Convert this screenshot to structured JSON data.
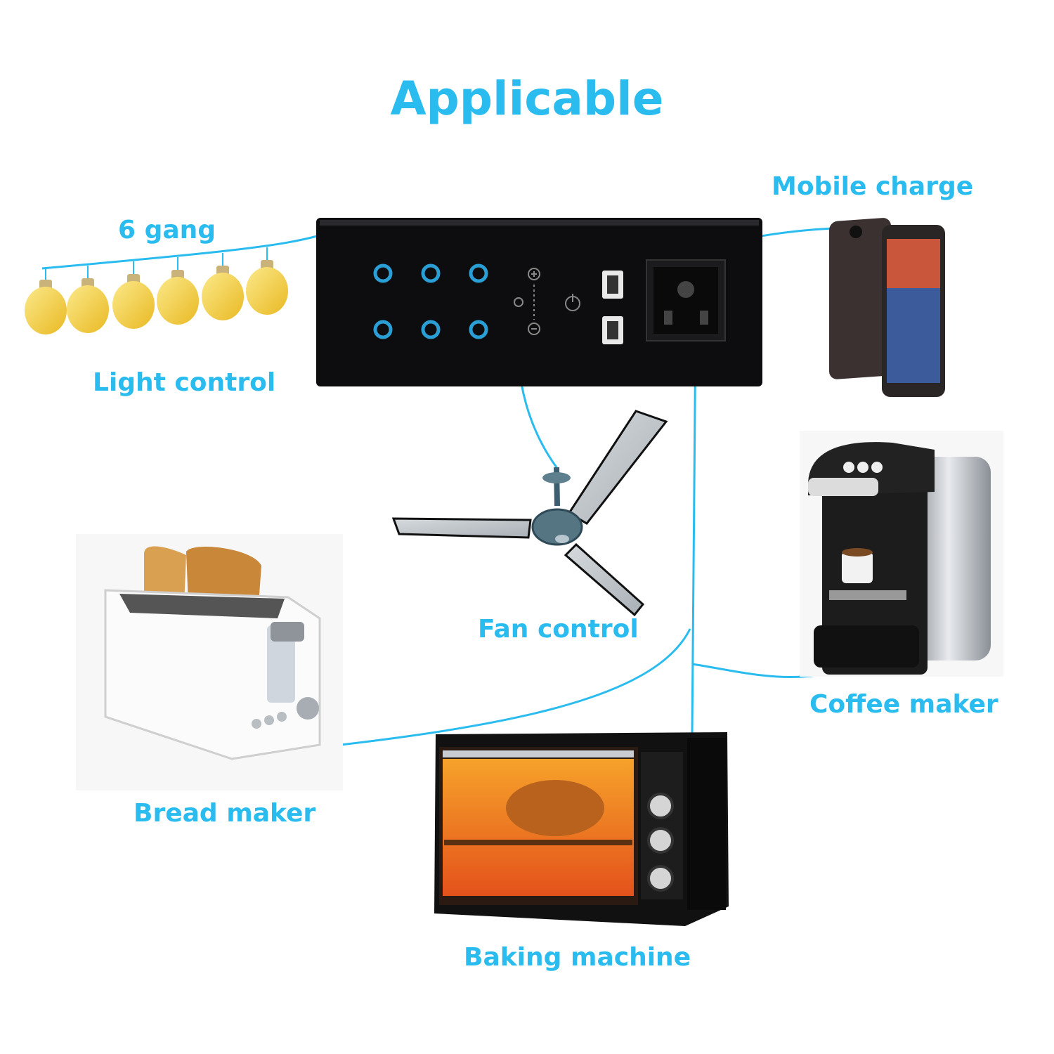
{
  "title": "Applicable",
  "labels": {
    "gang": "6 gang",
    "light_control": "Light control",
    "mobile_charge": "Mobile charge",
    "fan_control": "Fan control",
    "coffee_maker": "Coffee maker",
    "bread_maker": "Bread maker",
    "baking_machine": "Baking machine"
  },
  "colors": {
    "accent": "#2bbcef",
    "panel": "#0d0d0f",
    "bulb": "#f4d03f"
  },
  "icons": [
    "light-bulb-icon",
    "touch-switch-panel",
    "usb-port-icon",
    "universal-socket-icon",
    "smartphone-icon",
    "ceiling-fan-icon",
    "coffee-machine-icon",
    "toaster-icon",
    "oven-icon"
  ]
}
